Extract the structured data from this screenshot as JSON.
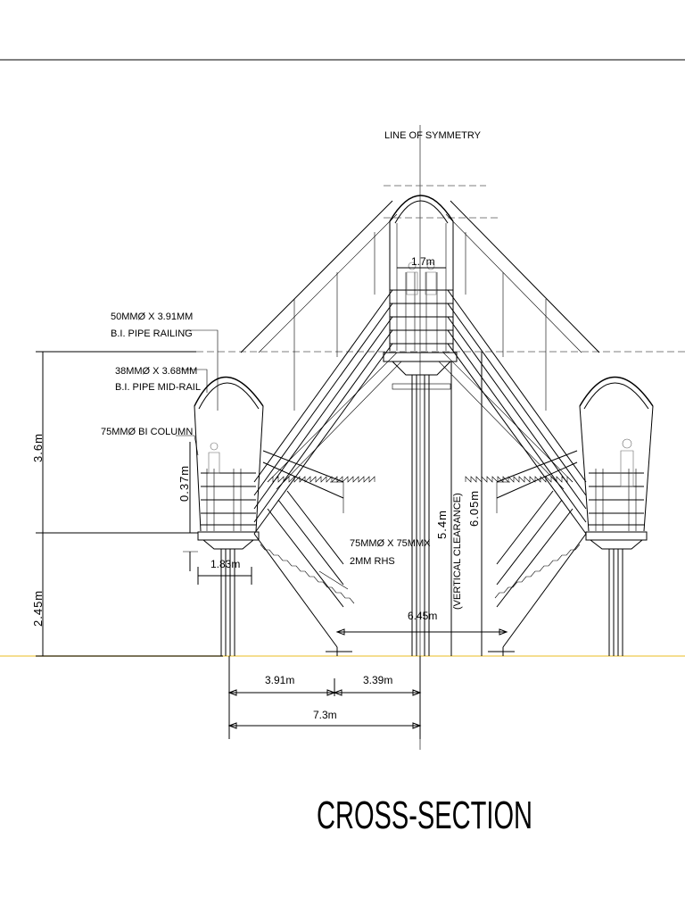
{
  "title": "CROSS-SECTION",
  "annotations": {
    "line_of_symmetry": "LINE OF SYMMETRY",
    "pipe_railing_1": "50MMØ X 3.91MM",
    "pipe_railing_2": "B.I.  PIPE RAILING",
    "mid_rail_1": "38MMØ X 3.68MM",
    "mid_rail_2": "B.I.  PIPE MID-RAIL",
    "column": "75MMØ  BI COLUMN",
    "rhs_1": "75MMØ X 75MMX",
    "rhs_2": "2MM RHS"
  },
  "dimensions": {
    "width_top": "1.7m",
    "height_upper": "3.6m",
    "height_lower": "2.45m",
    "rail_height": "0.37m",
    "landing_width": "1.83m",
    "vert_clear": "5.4m",
    "vert_clear_label": "(VERTICAL CLEARANCE)",
    "total_height": "6.05m",
    "span": "6.45m",
    "left_run": "3.91m",
    "right_run": "3.39m",
    "total_run": "7.3m"
  },
  "colors": {
    "ground_line": "#f2d36b",
    "ink": "#000000"
  }
}
